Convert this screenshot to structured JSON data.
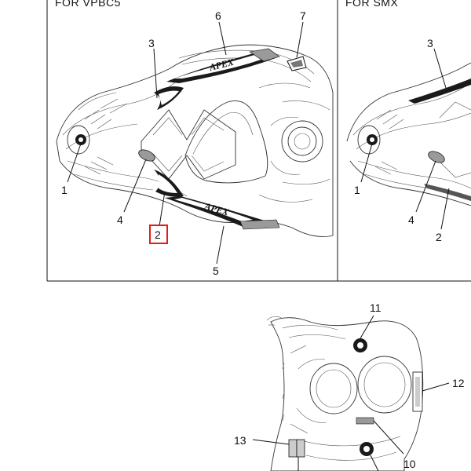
{
  "panels": {
    "left_header": "FOR VPBC5",
    "right_header": "FOR SMX"
  },
  "decal_text": {
    "top_decal": "APEX",
    "bottom_decal": "APEX"
  },
  "callouts": {
    "left": {
      "c1": "1",
      "c2": "2",
      "c3": "3",
      "c4": "4",
      "c5": "5",
      "c6": "6",
      "c7": "7"
    },
    "right": {
      "c1": "1",
      "c2": "2",
      "c3": "3",
      "c4": "4"
    },
    "bottom": {
      "c10": "10",
      "c11": "11",
      "c12": "12",
      "c13": "13"
    }
  },
  "highlighted_callout": "2",
  "colors": {
    "line": "#111111",
    "highlight": "#e31b1b",
    "decal_dark": "#1a1a1a",
    "decal_gray": "#9a9a9a"
  }
}
